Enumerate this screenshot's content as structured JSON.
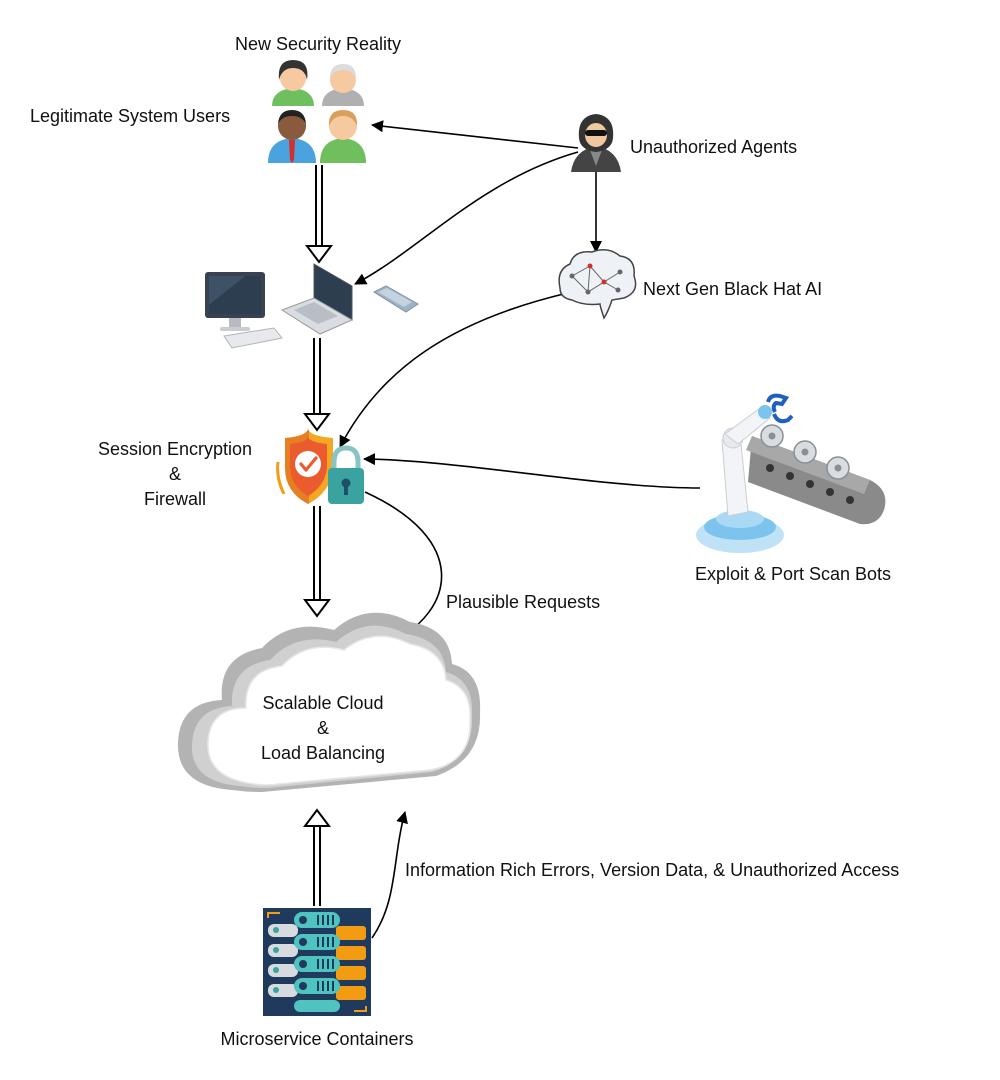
{
  "title": "New Security Reality",
  "nodes": {
    "users": "Legitimate System Users",
    "agents": "Unauthorized Agents",
    "ai": "Next Gen Black Hat AI",
    "firewall": [
      "Session Encryption",
      "&",
      "Firewall"
    ],
    "bots": "Exploit & Port Scan Bots",
    "cloud": [
      "Scalable Cloud",
      "&",
      "Load Balancing"
    ],
    "containers": "Microservice Containers"
  },
  "edges": {
    "plausible": "Plausible Requests",
    "errors": "Information Rich Errors, Version Data, & Unauthorized Access"
  },
  "icons": [
    "users-group-icon",
    "hacker-icon",
    "ai-brain-icon",
    "monitor-icon",
    "laptop-icon",
    "phone-icon",
    "shield-icon",
    "padlock-icon",
    "robot-arm-conveyor-icon",
    "cloud-icon",
    "server-rack-icon"
  ],
  "colors": {
    "shield": "#f39c12",
    "lock": "#3aa3a0",
    "server_panel": "#1f3a5c",
    "server_teal": "#4ec3c0",
    "server_orange": "#f39c12",
    "cloud_shadow": "#b5b5b5",
    "robot_blue": "#7cc4ee"
  }
}
